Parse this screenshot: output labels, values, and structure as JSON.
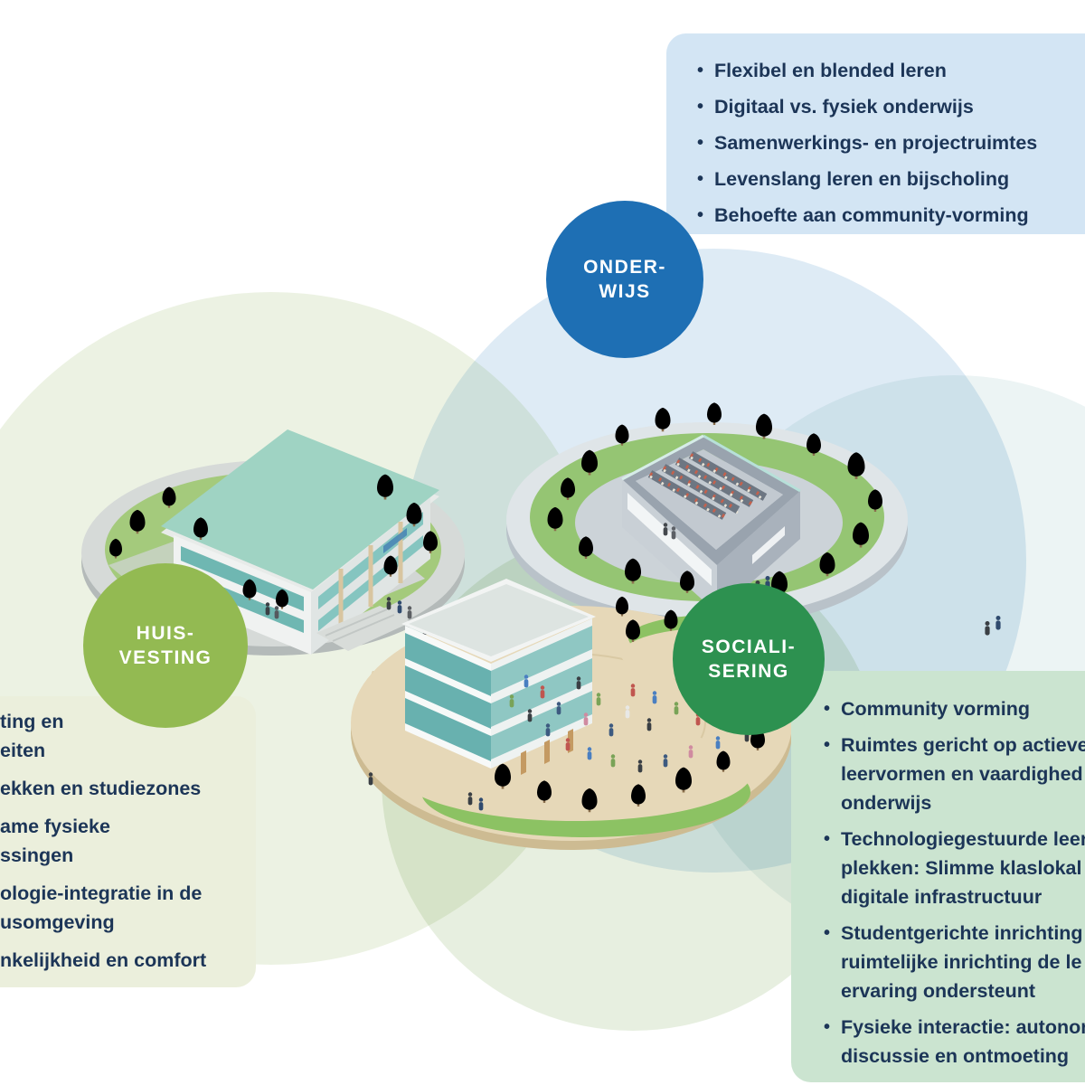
{
  "ui": {
    "bullet": "•"
  },
  "colors": {
    "text": "#1c3557",
    "box_onderwijs_bg": "#d3e5f4",
    "box_huisvesting_bg": "#ebefdc",
    "box_socialisering_bg": "#cbe4d0",
    "circle_onderwijs": "#1e6fb4",
    "circle_huisvesting": "#93ba52",
    "circle_socialisering": "#2d9150"
  },
  "circles": {
    "onderwijs": {
      "line1": "ONDER-",
      "line2": "WIJS"
    },
    "huisvesting": {
      "line1": "HUIS-",
      "line2": "VESTING"
    },
    "socialisering": {
      "line1": "SOCIALI-",
      "line2": "SERING"
    }
  },
  "boxes": {
    "onderwijs": {
      "items": [
        "Flexibel en blended leren",
        "Digitaal vs. fysiek onderwijs",
        "Samenwerkings- en projectruimtes",
        "Levenslang leren en bijscholing",
        "Behoefte aan community-vorming"
      ]
    },
    "huisvesting": {
      "visible_lines": [
        "ting en",
        "eiten",
        "ekken en studiezones",
        "ame fysieke",
        "ssingen",
        "ologie-integratie in de",
        "usomgeving",
        "nkelijkheid en comfort"
      ]
    },
    "socialisering": {
      "items": [
        {
          "lines": [
            "Community vorming"
          ]
        },
        {
          "lines": [
            "Ruimtes gericht op actieve",
            "leervormen en vaardighed",
            "onderwijs"
          ]
        },
        {
          "lines": [
            "Technologiegestuurde leer",
            "plekken: Slimme klaslokal",
            "digitale infrastructuur"
          ]
        },
        {
          "lines": [
            "Studentgerichte inrichting",
            "ruimtelijke inrichting de le",
            "ervaring ondersteunt"
          ]
        },
        {
          "lines": [
            "Fysieke interactie: autonom",
            "discussie en ontmoeting"
          ]
        }
      ]
    }
  }
}
